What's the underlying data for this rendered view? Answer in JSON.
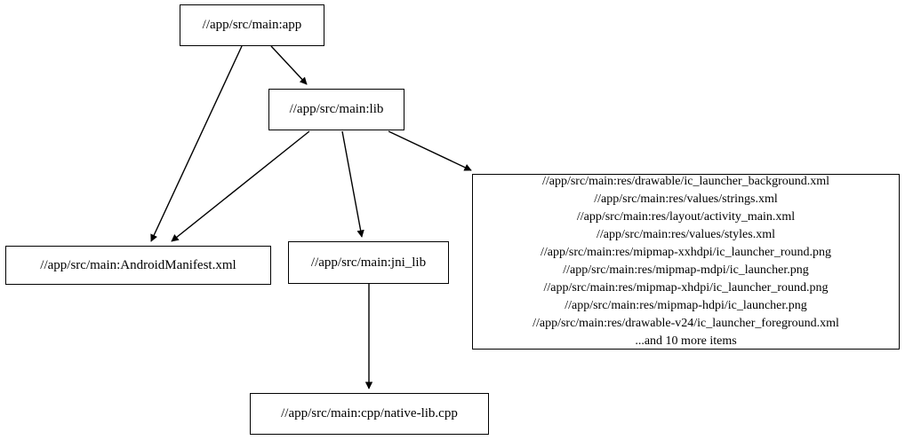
{
  "graph": {
    "type": "directed-dependency-graph",
    "background_color": "#ffffff",
    "node_border_color": "#000000",
    "edge_color": "#000000",
    "nodes": [
      {
        "id": "app",
        "label": "//app/src/main:app"
      },
      {
        "id": "lib",
        "label": "//app/src/main:lib"
      },
      {
        "id": "manifest",
        "label": "//app/src/main:AndroidManifest.xml"
      },
      {
        "id": "jni",
        "label": "//app/src/main:jni_lib"
      },
      {
        "id": "cpp",
        "label": "//app/src/main:cpp/native-lib.cpp"
      },
      {
        "id": "res",
        "lines": [
          "//app/src/main:res/drawable/ic_launcher_background.xml",
          "//app/src/main:res/values/strings.xml",
          "//app/src/main:res/layout/activity_main.xml",
          "//app/src/main:res/values/styles.xml",
          "//app/src/main:res/mipmap-xxhdpi/ic_launcher_round.png",
          "//app/src/main:res/mipmap-mdpi/ic_launcher.png",
          "//app/src/main:res/mipmap-xhdpi/ic_launcher_round.png",
          "//app/src/main:res/mipmap-hdpi/ic_launcher.png",
          "//app/src/main:res/drawable-v24/ic_launcher_foreground.xml",
          "...and 10 more items"
        ]
      }
    ],
    "edges": [
      {
        "from": "app",
        "to": "lib"
      },
      {
        "from": "app",
        "to": "manifest"
      },
      {
        "from": "lib",
        "to": "manifest"
      },
      {
        "from": "lib",
        "to": "jni"
      },
      {
        "from": "lib",
        "to": "res"
      },
      {
        "from": "jni",
        "to": "cpp"
      }
    ]
  }
}
